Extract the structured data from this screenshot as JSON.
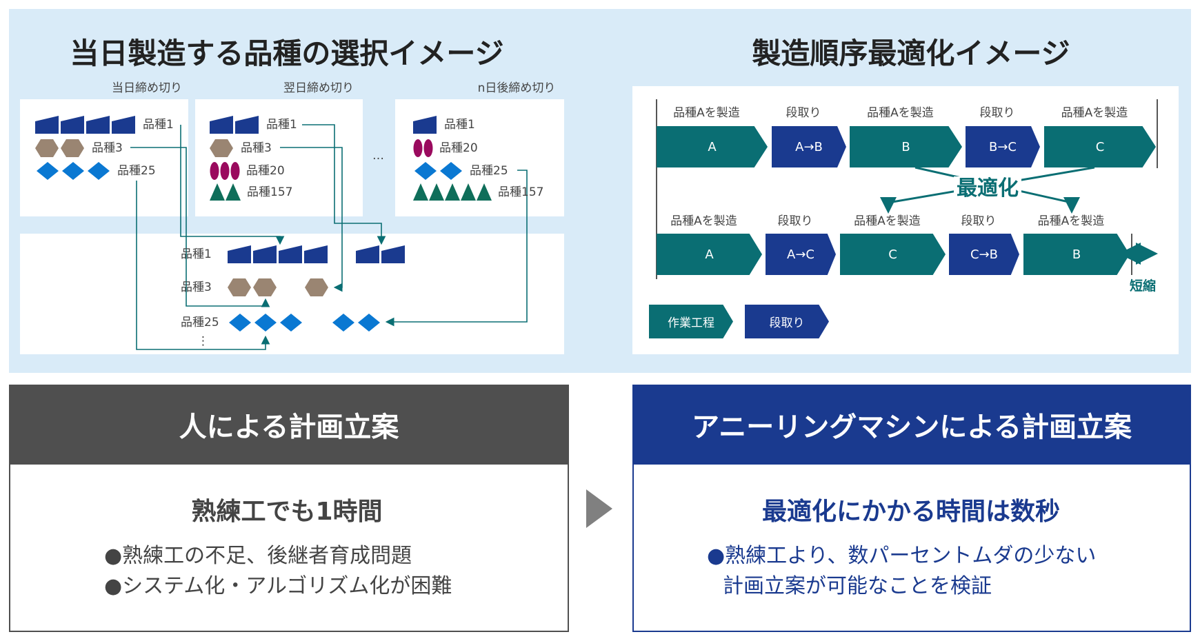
{
  "left": {
    "title": "当日製造する品種の選択イメージ",
    "deadlines": [
      "当日締め切り",
      "翌日締め切り",
      "n日後締め切り"
    ],
    "ellipsis": "…",
    "vdots": "⋮",
    "box1": {
      "rows": [
        {
          "label": "品種1",
          "shape": "trap",
          "count": 4
        },
        {
          "label": "品種3",
          "shape": "hex",
          "count": 2
        },
        {
          "label": "品種25",
          "shape": "dia",
          "count": 3
        }
      ]
    },
    "box2": {
      "rows": [
        {
          "label": "品種1",
          "shape": "trap",
          "count": 2
        },
        {
          "label": "品種3",
          "shape": "hex",
          "count": 1
        },
        {
          "label": "品種20",
          "shape": "ell",
          "count": 3
        },
        {
          "label": "品種157",
          "shape": "tri",
          "count": 2
        }
      ]
    },
    "box3": {
      "rows": [
        {
          "label": "品種1",
          "shape": "trap",
          "count": 1
        },
        {
          "label": "品種20",
          "shape": "ell",
          "count": 2
        },
        {
          "label": "品種25",
          "shape": "dia",
          "count": 2
        },
        {
          "label": "品種157",
          "shape": "tri",
          "count": 5
        }
      ]
    },
    "result": {
      "rows": [
        {
          "label": "品種1",
          "shape": "trap",
          "count": 4,
          "extra": 2
        },
        {
          "label": "品種3",
          "shape": "hex",
          "count": 2,
          "extra": 1
        },
        {
          "label": "品種25",
          "shape": "dia",
          "count": 3,
          "extra": 2
        }
      ]
    }
  },
  "right": {
    "title": "製造順序最適化イメージ",
    "top_row": [
      {
        "label": "品種Aを製造",
        "text": "A",
        "type": "t"
      },
      {
        "label": "段取り",
        "text": "A→B",
        "type": "b"
      },
      {
        "label": "品種Aを製造",
        "text": "B",
        "type": "t"
      },
      {
        "label": "段取り",
        "text": "B→C",
        "type": "b"
      },
      {
        "label": "品種Aを製造",
        "text": "C",
        "type": "t"
      }
    ],
    "bottom_row": [
      {
        "label": "品種Aを製造",
        "text": "A",
        "type": "t"
      },
      {
        "label": "段取り",
        "text": "A→C",
        "type": "b"
      },
      {
        "label": "品種Aを製造",
        "text": "C",
        "type": "t"
      },
      {
        "label": "段取り",
        "text": "C→B",
        "type": "b"
      },
      {
        "label": "品種Aを製造",
        "text": "B",
        "type": "t"
      }
    ],
    "optimize": "最適化",
    "shorten": "短縮",
    "legend": {
      "work": "作業工程",
      "setup": "段取り"
    }
  },
  "human": {
    "header": "人による計画立案",
    "headline": "熟練工でも1時間",
    "bullets": [
      "●熟練工の不足、後継者育成問題",
      "●システム化・アルゴリズム化が困難"
    ]
  },
  "machine": {
    "header": "アニーリングマシンによる計画立案",
    "headline": "最適化にかかる時間は数秒",
    "bullets": [
      "●熟練工より、数パーセントムダの少ない",
      "計画立案が可能なことを検証"
    ]
  },
  "colors": {
    "teal": "#0a6e73",
    "blue": "#1a3a8f",
    "panel": "#d9ebf8",
    "dark": "#4f4f4f",
    "hex": "#9a8572",
    "ell": "#9a0a5e",
    "dia": "#0a78d2",
    "tri": "#0f6e5a"
  }
}
